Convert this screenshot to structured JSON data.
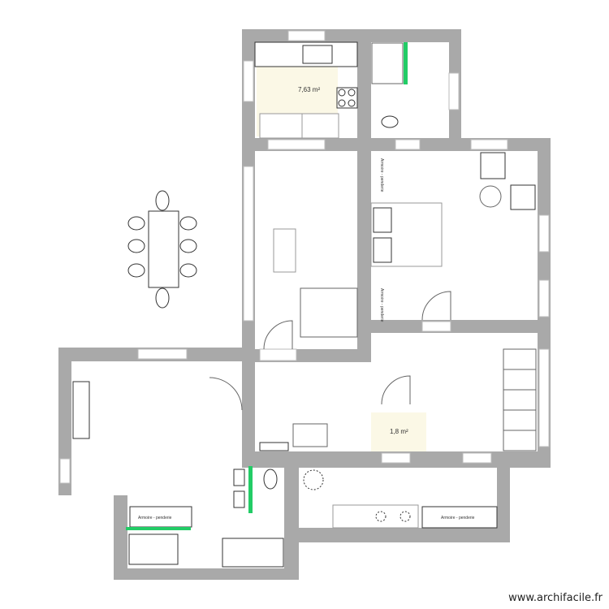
{
  "plan": {
    "rooms": [
      {
        "id": "kitchen-top",
        "area": "7,63 m²",
        "highlight": true
      },
      {
        "id": "wc",
        "area": "1,8 m²",
        "highlight": true
      }
    ],
    "furniture_labels": [
      "Armoire - penderie",
      "Armoire - penderie",
      "Armoire - penderie",
      "Armoire - penderie"
    ],
    "colors": {
      "wall": "#a9a9a9",
      "highlight_room": "#fbf8e6",
      "accent": "#22cc66"
    }
  },
  "watermark": "www.archifacile.fr"
}
